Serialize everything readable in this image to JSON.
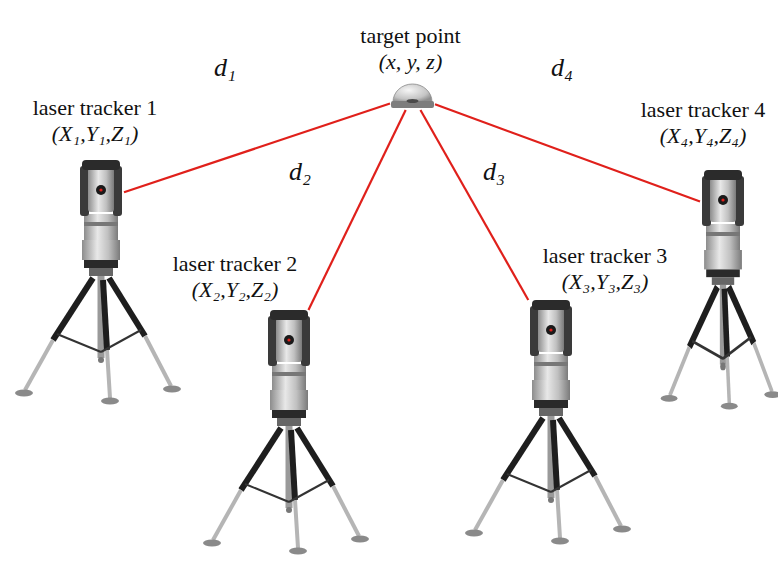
{
  "diagram": {
    "nodes": [
      {
        "text": [
          "target point",
          "(x, y, z)"
        ]
      },
      {
        "text": [
          "laser tracker 1",
          "(X₁,Y₁,Z₁)"
        ]
      },
      {
        "text": [
          "laser tracker 2",
          "(X₂,Y₂,Z₂)"
        ]
      },
      {
        "text": [
          "laser tracker 3",
          "(X₃,Y₃,Z₃)"
        ]
      },
      {
        "text": [
          "laser tracker 4",
          "(X₄,Y₄,Z₄)"
        ]
      }
    ],
    "edges": [
      {
        "from": 0,
        "to": 1,
        "arrow": "none",
        "label": "d₁"
      },
      {
        "from": 0,
        "to": 2,
        "arrow": "none",
        "label": "d₂"
      },
      {
        "from": 0,
        "to": 3,
        "arrow": "none",
        "label": "d₃"
      },
      {
        "from": 0,
        "to": 4,
        "arrow": "none",
        "label": "d₄"
      }
    ]
  }
}
